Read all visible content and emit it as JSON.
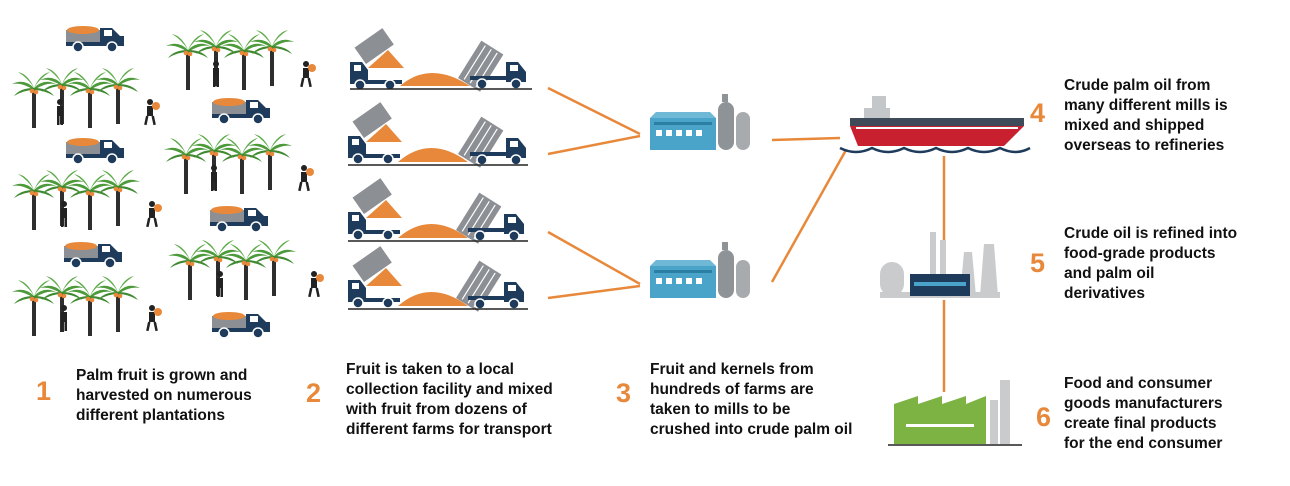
{
  "colors": {
    "accent_orange": "#e8883a",
    "truck_navy": "#1f3b5c",
    "bin_gray": "#8c8f93",
    "palm_green": "#4c9a3a",
    "trunk_dark": "#2e2e2e",
    "mill_blue": "#4aa3c8",
    "tank_gray": "#8e9397",
    "ship_red": "#c8202f",
    "ship_navy": "#1f3b5c",
    "refinery_gray": "#c9cbcd",
    "factory_green": "#7cb342"
  },
  "icons": [
    "palm-tree-icon",
    "worker-icon",
    "pickup-truck-icon",
    "dump-truck-icon",
    "fruit-pile-icon",
    "mill-icon",
    "tanker-ship-icon",
    "refinery-icon",
    "factory-icon"
  ],
  "steps": [
    {
      "number": "1",
      "lines": [
        "Palm fruit is grown and",
        "harvested on numerous",
        "different plantations"
      ]
    },
    {
      "number": "2",
      "lines": [
        "Fruit is taken to a local",
        "collection facility and mixed",
        "with fruit from dozens of",
        "different farms for transport"
      ]
    },
    {
      "number": "3",
      "lines": [
        "Fruit and kernels from",
        "hundreds of farms are",
        "taken to mills to be",
        "crushed into crude palm oil"
      ]
    },
    {
      "number": "4",
      "lines": [
        "Crude palm oil from",
        "many different mills is",
        "mixed and shipped",
        "overseas to refineries"
      ]
    },
    {
      "number": "5",
      "lines": [
        "Crude oil is refined into",
        "food-grade products",
        "and palm oil",
        "derivatives"
      ]
    },
    {
      "number": "6",
      "lines": [
        "Food and consumer",
        "goods manufacturers",
        "create final products",
        "for the end consumer"
      ]
    }
  ]
}
